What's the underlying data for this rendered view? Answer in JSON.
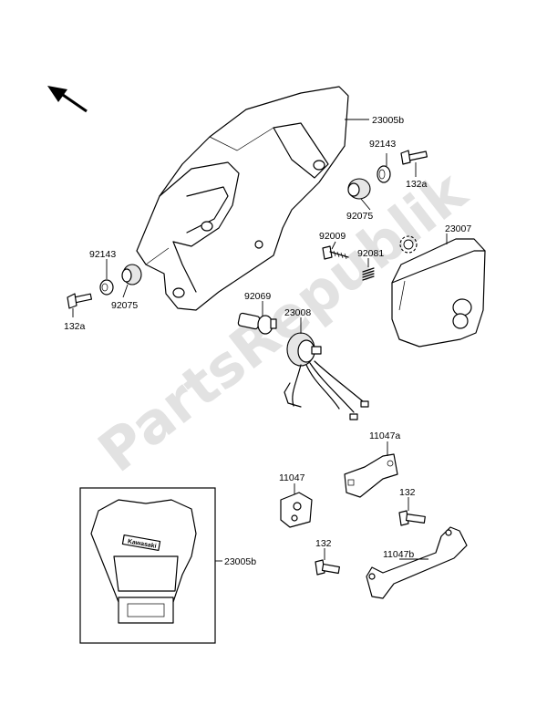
{
  "watermark": "PartsRepublik",
  "badge": "Kawasaki",
  "labels": {
    "l23005b_top": "23005b",
    "l92143_top": "92143",
    "l132a_top": "132a",
    "l92075_top": "92075",
    "l23007": "23007",
    "l92009": "92009",
    "l92081": "92081",
    "l92143_left": "92143",
    "l92075_left": "92075",
    "l132a_left": "132a",
    "l92069": "92069",
    "l23008": "23008",
    "l11047a": "11047a",
    "l11047": "11047",
    "l132_right": "132",
    "l132_bottom": "132",
    "l11047b": "11047b",
    "l23005b_bottom": "23005b"
  }
}
